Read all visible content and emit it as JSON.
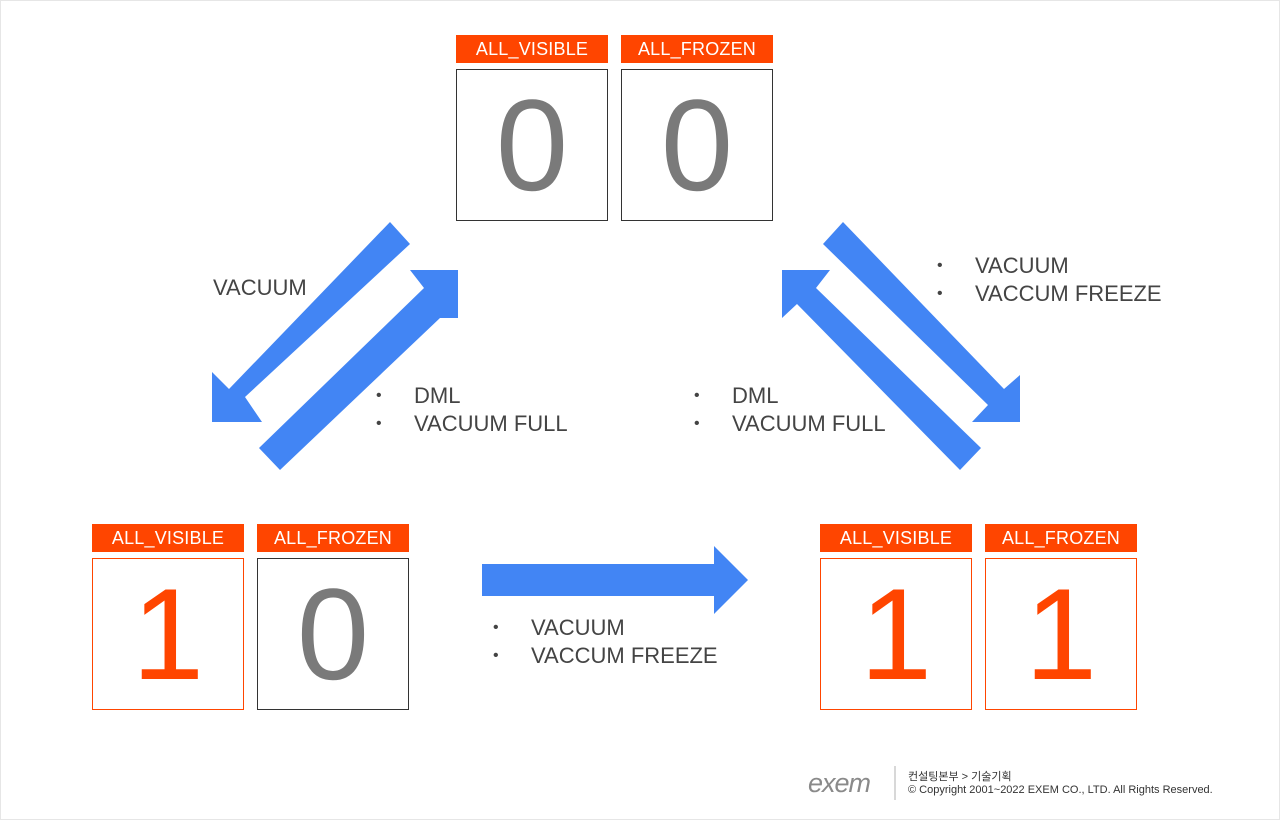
{
  "colors": {
    "accent": "#ff4500",
    "arrow": "#4285f4",
    "off_value": "#7a7a7a"
  },
  "states": [
    {
      "id": "top",
      "cells": [
        {
          "header": "ALL_VISIBLE",
          "value": "0"
        },
        {
          "header": "ALL_FROZEN",
          "value": "0"
        }
      ]
    },
    {
      "id": "bottom_left",
      "cells": [
        {
          "header": "ALL_VISIBLE",
          "value": "1"
        },
        {
          "header": "ALL_FROZEN",
          "value": "0"
        }
      ]
    },
    {
      "id": "bottom_right",
      "cells": [
        {
          "header": "ALL_VISIBLE",
          "value": "1"
        },
        {
          "header": "ALL_FROZEN",
          "value": "1"
        }
      ]
    }
  ],
  "labels": {
    "top_to_left": "VACUUM",
    "left_to_top": [
      "DML",
      "VACUUM FULL"
    ],
    "right_to_top": [
      "DML",
      "VACUUM FULL"
    ],
    "top_to_right": [
      "VACUUM",
      "VACCUM FREEZE"
    ],
    "left_to_right": [
      "VACUUM",
      "VACCUM FREEZE"
    ]
  },
  "footer": {
    "logo": "exem",
    "dept": "컨설팅본부 > 기술기획",
    "copyright": "© Copyright 2001~2022  EXEM CO., LTD. All Rights Reserved."
  }
}
